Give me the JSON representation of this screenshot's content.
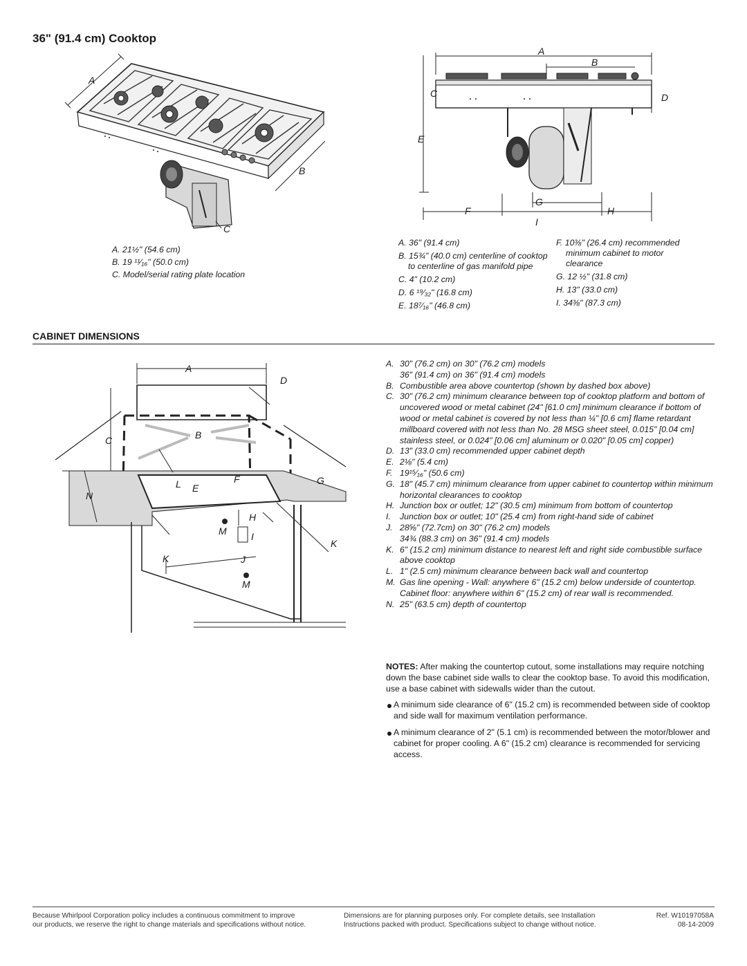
{
  "title": "36\" (91.4 cm) Cooktop",
  "figure1": {
    "labels": {
      "a": "A",
      "b": "B",
      "c": "C"
    },
    "legend": [
      "A. 21½\" (54.6 cm)",
      "B. 19 ¹¹⁄₁₆\" (50.0 cm)",
      "C. Model/serial rating plate location"
    ]
  },
  "figure2": {
    "labels": {
      "a": "A",
      "b": "B",
      "c": "C",
      "d": "D",
      "e": "E",
      "f": "F",
      "g": "G",
      "h": "H",
      "i": "I"
    },
    "specs_col1": [
      "A. 36\" (91.4 cm)",
      "B. 15¾\" (40.0 cm) centerline of cooktop to centerline of gas manifold pipe",
      "C. 4\" (10.2 cm)",
      "D. 6 ¹⁹⁄₃₂\" (16.8 cm)",
      "E. 18⁷⁄₁₆\" (46.8 cm)"
    ],
    "specs_col2": [
      "F. 10⅜\" (26.4 cm) recommended minimum cabinet to motor clearance",
      "G. 12 ½\" (31.8 cm)",
      "H. 13\" (33.0 cm)",
      "I. 34⅜\" (87.3 cm)"
    ]
  },
  "cabinet": {
    "heading": "CABINET DIMENSIONS",
    "labels": {
      "a": "A",
      "b": "B",
      "c": "C",
      "d": "D",
      "e": "E",
      "f": "F",
      "g": "G",
      "h": "H",
      "i": "I",
      "j": "J",
      "k": "K",
      "l": "L",
      "m1": "M",
      "m2": "M",
      "n": "N"
    },
    "items": [
      {
        "key": "A.",
        "text": "30\" (76.2 cm) on 30\" (76.2 cm) models"
      },
      {
        "key": "",
        "text": "36\" (91.4 cm) on 36\" (91.4 cm) models"
      },
      {
        "key": "B.",
        "text": "Combustible area above countertop (shown by dashed box above)"
      },
      {
        "key": "C.",
        "text": "30\" (76.2 cm) minimum clearance between top of cooktop platform and bottom of uncovered wood or metal cabinet (24\" [61.0 cm] minimum clearance if bottom of wood or metal cabinet is covered by not less than ¼\" [0.6 cm] flame retardant millboard covered with not less than No. 28 MSG sheet steel, 0.015\" [0.04 cm] stainless steel, or 0.024\" [0.06 cm] aluminum or 0.020\" [0.05 cm] copper)"
      },
      {
        "key": "D.",
        "text": "13\" (33.0 cm) recommended upper cabinet depth"
      },
      {
        "key": "E.",
        "text": "2⅛\" (5.4 cm)"
      },
      {
        "key": "F.",
        "text": "19¹⁵⁄₁₆\" (50.6 cm)"
      },
      {
        "key": "G.",
        "text": "18\" (45.7 cm) minimum clearance from upper cabinet to countertop within minimum horizontal clearances to cooktop"
      },
      {
        "key": "H.",
        "text": "Junction box or outlet; 12\" (30.5 cm) minimum from bottom of countertop"
      },
      {
        "key": "I.",
        "text": "Junction box or outlet; 10\" (25.4 cm) from right-hand side of cabinet"
      },
      {
        "key": "J.",
        "text": "28⅝\" (72.7cm) on 30\" (76.2 cm) models"
      },
      {
        "key": "",
        "text": "34¾ (88.3 cm) on 36\" (91.4 cm) models"
      },
      {
        "key": "K.",
        "text": "6\" (15.2 cm) minimum distance to nearest left and right side combustible surface above cooktop"
      },
      {
        "key": "L.",
        "text": "1\" (2.5 cm) minimum clearance between back wall and countertop"
      },
      {
        "key": "M.",
        "text": "Gas line opening - Wall: anywhere 6\" (15.2 cm) below underside of countertop. Cabinet floor: anywhere within 6\" (15.2 cm) of rear wall is recommended."
      },
      {
        "key": "N.",
        "text": "25\" (63.5 cm) depth of countertop"
      }
    ],
    "notes_label": "NOTES:",
    "notes_text": " After making the countertop cutout, some installations may require notching down the base cabinet side walls to clear the cooktop base. To avoid this modification, use a base cabinet with sidewalls wider than the cutout.",
    "bullets": [
      "A minimum side clearance of 6\" (15.2 cm) is recommended between side of cooktop and side wall for maximum ventilation performance.",
      "A minimum clearance of 2\" (5.1 cm) is recommended between the motor/blower and cabinet for proper cooling. A 6\" (15.2 cm) clearance is recommended for servicing access."
    ]
  },
  "footer": {
    "left_1": "Because Whirlpool Corporation policy includes a continuous commitment to improve",
    "left_2": "our products, we reserve the right to change materials and specifications without notice.",
    "mid_1": "Dimensions are for planning purposes only. For complete details, see Installation",
    "mid_2": "Instructions packed with product. Specifications subject to change without notice.",
    "ref": "Ref. W10197058A",
    "date": "08-14-2009"
  }
}
